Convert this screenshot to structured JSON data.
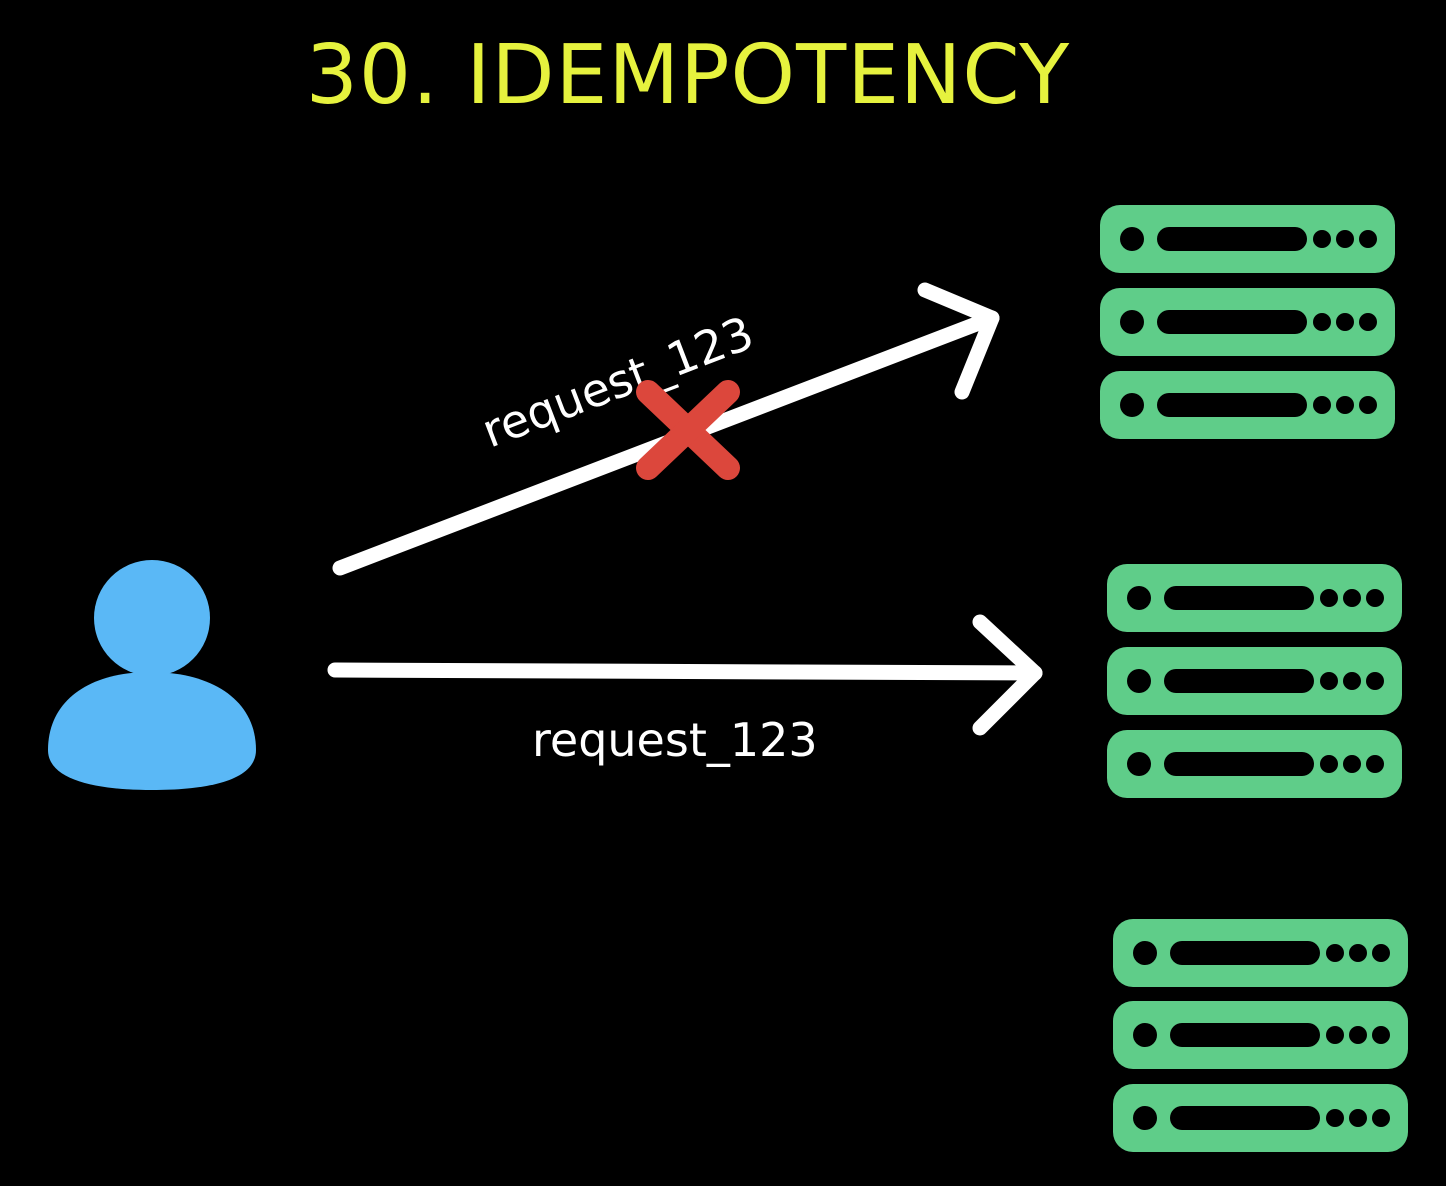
{
  "title": "30. IDEMPOTENCY",
  "requests": [
    {
      "label": "request_123",
      "status": "rejected"
    },
    {
      "label": "request_123",
      "status": "delivered"
    }
  ],
  "colors": {
    "background": "#000000",
    "title": "#e6f23e",
    "user": "#5ab8f6",
    "server": "#5fcd89",
    "server_detail": "#000000",
    "arrow": "#ffffff",
    "reject_mark": "#dc473c"
  },
  "icons": {
    "user": "user-icon",
    "server": "server-rack-icon",
    "reject": "close-icon"
  },
  "server_racks": 3,
  "units_per_rack": 3
}
